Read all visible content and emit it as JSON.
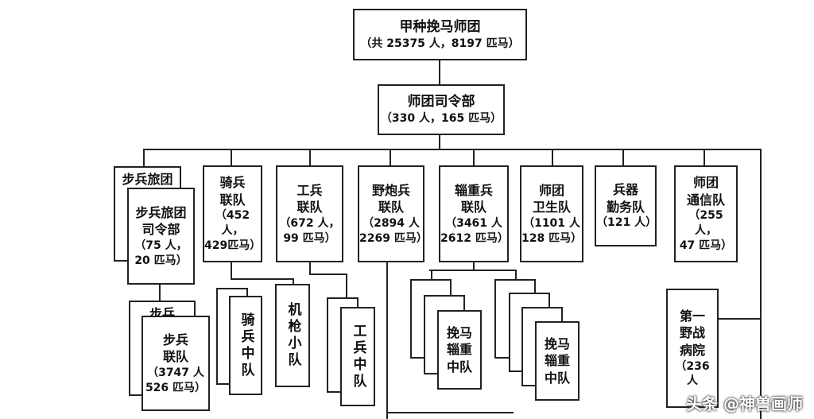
{
  "top": {
    "title": "甲种挽马师团",
    "sub": "（共 25375 人，8197 匹马）"
  },
  "hq": {
    "title": "师团司令部",
    "sub": "（330 人，165 匹马）"
  },
  "units": [
    {
      "l1": "步兵旅团",
      "l2": "",
      "l3": "",
      "l4": ""
    },
    {
      "l1": "骑兵",
      "l2": "联队",
      "l3": "（452 人，",
      "l4": "429匹马）"
    },
    {
      "l1": "工兵",
      "l2": "联队",
      "l3": "（672 人，",
      "l4": "99 匹马）"
    },
    {
      "l1": "野炮兵",
      "l2": "联队",
      "l3": "（2894 人",
      "l4": "2269 匹马）"
    },
    {
      "l1": "辎重兵",
      "l2": "联队",
      "l3": "（3461 人",
      "l4": "2612 匹马）"
    },
    {
      "l1": "师团",
      "l2": "卫生队",
      "l3": "（1101 人",
      "l4": "128 匹马）"
    },
    {
      "l1": "兵器",
      "l2": "勤务队",
      "l3": "（121 人）",
      "l4": ""
    },
    {
      "l1": "师团",
      "l2": "通信队",
      "l3": "（255 人，",
      "l4": "47 匹马）"
    }
  ],
  "brigade_hq": {
    "l1": "步兵旅团",
    "l2": "司令部",
    "l3": "（75 人，",
    "l4": "20 匹马）"
  },
  "infantry": {
    "l1": "步兵",
    "l2": "联队",
    "l3": "（3747 人",
    "l4": "526 匹马）",
    "back": "步兵"
  },
  "cav_sub": [
    {
      "v": "骑兵中队"
    },
    {
      "v": "机枪小队"
    }
  ],
  "eng_sub": {
    "v": "工兵中队"
  },
  "transport": {
    "l1": "挽马",
    "l2": "辎重",
    "l3": "中队"
  },
  "hospital": {
    "l1": "第一",
    "l2": "野战",
    "l3": "病院",
    "l4": "（236 人"
  },
  "watermark": "头条 @神兽画师"
}
